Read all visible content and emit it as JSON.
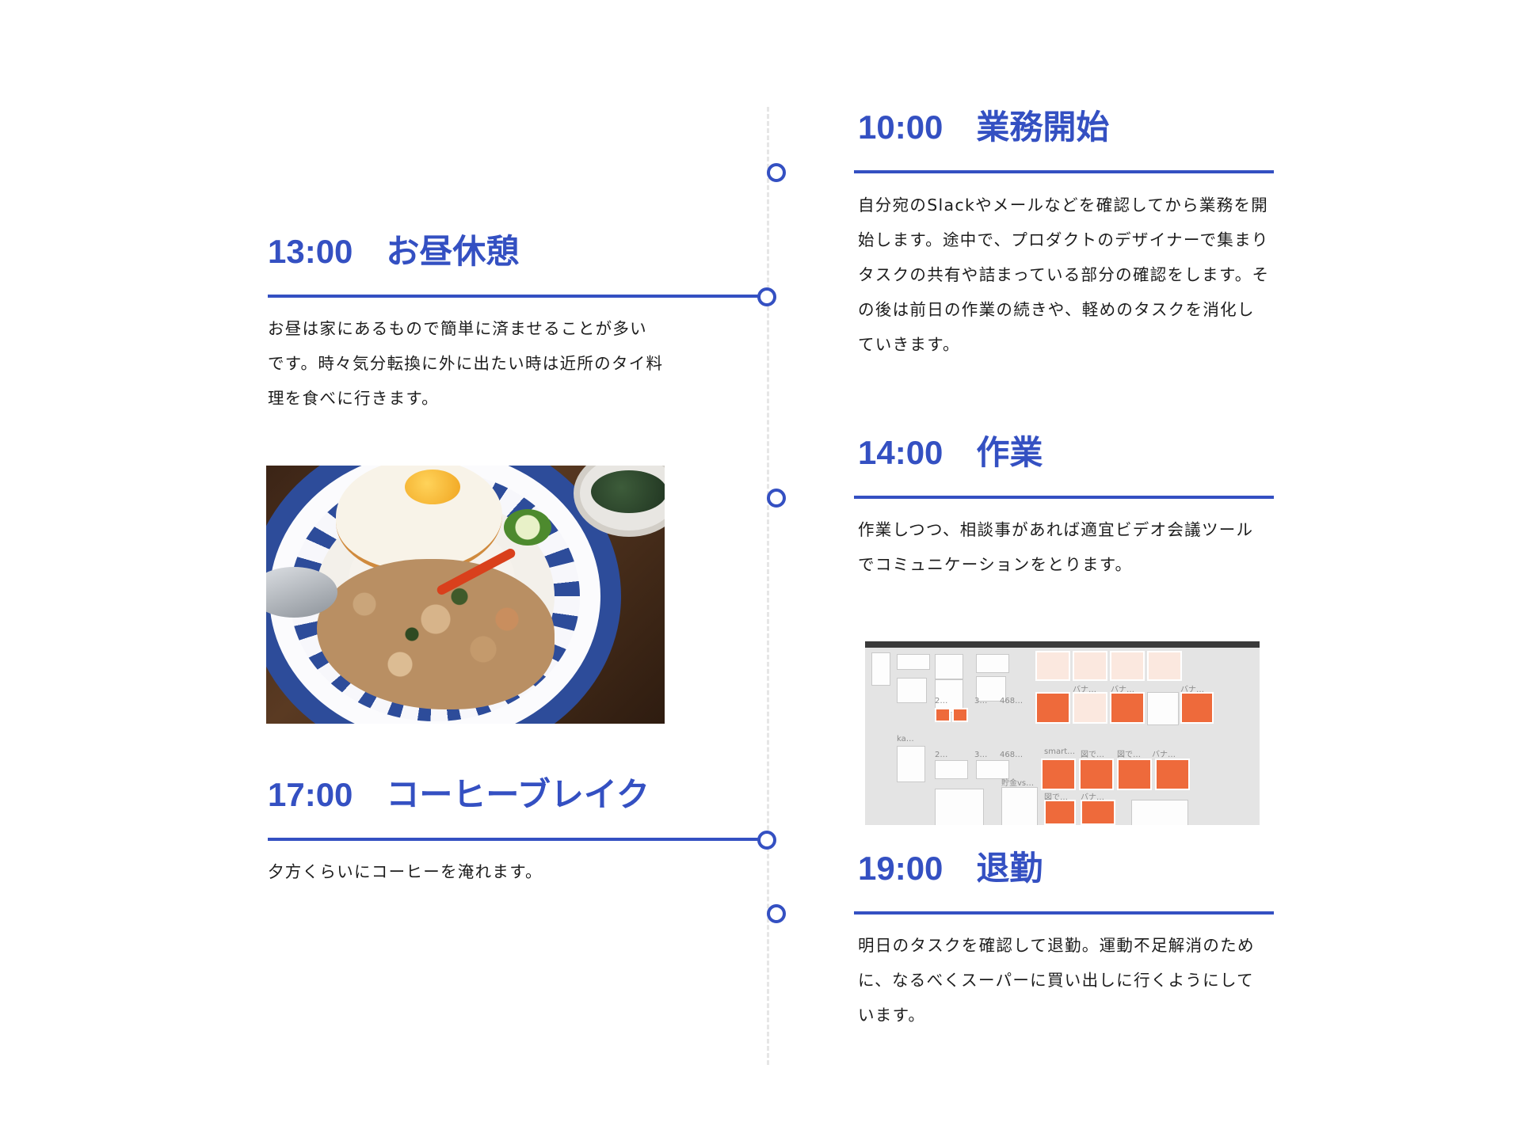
{
  "entries": {
    "e1000": {
      "title": "10:00　業務開始",
      "text": "自分宛のSlackやメールなどを確認してから業務を開始します。途中で、プロダクトのデザイナーで集まりタスクの共有や詰まっている部分の確認をします。その後は前日の作業の続きや、軽めのタスクを消化していきます。"
    },
    "e1300": {
      "title": "13:00　お昼休憩",
      "text": "お昼は家にあるもので簡単に済ませることが多いです。時々気分転換に外に出たい時は近所のタイ料理を食べに行きます。"
    },
    "e1400": {
      "title": "14:00　作業",
      "text": "作業しつつ、相談事があれば適宜ビデオ会議ツールでコミュニケーションをとります。"
    },
    "e1700": {
      "title": "17:00　コーヒーブレイク",
      "text": "夕方くらいにコーヒーを淹れます。"
    },
    "e1900": {
      "title": "19:00　退勤",
      "text": "明日のタスクを確認して退勤。運動不足解消のために、なるべくスーパーに買い出しに行くようにしています。"
    }
  },
  "screenshot_labels": {
    "l1": "バナ…",
    "l2": "バナ…",
    "l3": "バナ…",
    "l4": "468…",
    "l5": "ka…",
    "l6": "smart…",
    "l7": "図で…",
    "l8": "図で…",
    "l9": "バナ…",
    "l10": "貯金vs…",
    "l11": "図で…",
    "l12": "バナ…",
    "l13": "2…",
    "l14": "3…",
    "l15": "2…",
    "l16": "3…",
    "l17": "468…"
  },
  "colors": {
    "accent": "#3450c2",
    "axis": "#e6e6e6",
    "banner_orange": "#ee6a3b"
  }
}
